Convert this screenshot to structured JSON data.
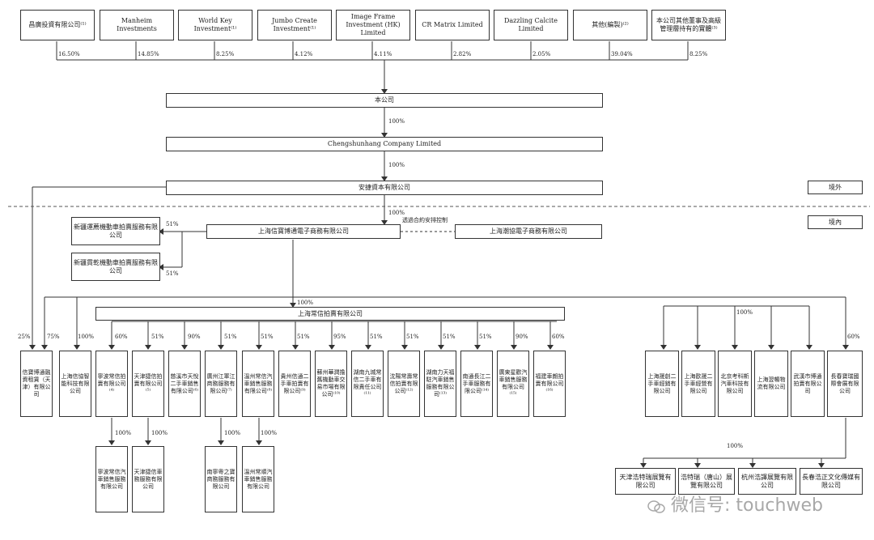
{
  "shareholders": [
    {
      "name": "昌廣投資有限公司⁽¹⁾",
      "pct": "16.50%"
    },
    {
      "name": "Manheim Investments",
      "pct": "14.85%"
    },
    {
      "name": "World Key Investment⁽¹⁾",
      "pct": "8.25%"
    },
    {
      "name": "Jumbo Create Investment⁽¹⁾",
      "pct": "4.12%"
    },
    {
      "name": "Image Frame Investment (HK) Limited",
      "pct": "4.11%"
    },
    {
      "name": "CR Matrix Limited",
      "pct": "2.82%"
    },
    {
      "name": "Dazzling Calcite Limited",
      "pct": "2.05%"
    },
    {
      "name": "其他(編製)⁽²⁾",
      "pct": "39.04%"
    },
    {
      "name": "本公司其他董事及高級管理層持有的實體⁽³⁾",
      "pct": "8.25%"
    }
  ],
  "company": "本公司",
  "pct_100": "100%",
  "chengshunhang": "Chengshunhang Company Limited",
  "anjie": "安捷資本有限公司",
  "offshore": "境外",
  "onshore": "境內",
  "contract_control": "透過合約安排控制",
  "shanghai_xinbao": "上海信寶博通電子商務有限公司",
  "shanghai_tongxie": "上海潮協電子商務有限公司",
  "xinjiang_1": "新疆運薦機動車拍賣服務有限公司",
  "xinjiang_2": "新疆貫乾機動車拍賣服務有限公司",
  "pct_51": "51%",
  "shanghai_changxin": "上海常信拍賣有限公司",
  "pct_25": "25%",
  "pct_75": "75%",
  "pct_60": "60%",
  "pct_90": "90%",
  "pct_95": "95%",
  "subs": [
    {
      "name": "信寶博通融資租賃（天津）有限公司",
      "pct": "25% / 75%"
    },
    {
      "name": "上海信協智能科技有限公司",
      "pct": "100%"
    },
    {
      "name": "寧波常信拍賣有限公司⁽⁴⁾",
      "pct": "60%"
    },
    {
      "name": "天津捷信拍賣有限公司⁽⁵⁾",
      "pct": "51%"
    },
    {
      "name": "慈溪市天悅二手車銷售有限公司⁽⁶⁾",
      "pct": "90%"
    },
    {
      "name": "廣州江軍江商務服務有限公司⁽⁷⁾",
      "pct": "51%"
    },
    {
      "name": "溫州常信汽車銷售服務有限公司⁽⁸⁾",
      "pct": "51%"
    },
    {
      "name": "貴州信通二手車拍賣有限公司⁽⁹⁾",
      "pct": "51%"
    },
    {
      "name": "蘇州華潤擔舊機動車交易市場有限公司⁽¹⁰⁾",
      "pct": "95%"
    },
    {
      "name": "湖南九城常信二手車有限責任公司⁽¹¹⁾",
      "pct": "51%"
    },
    {
      "name": "沈陽常壽常信拍賣有限公司⁽¹²⁾",
      "pct": "51%"
    },
    {
      "name": "湖南力天福駐汽車銷售服務有限公司⁽¹³⁾",
      "pct": "51%"
    },
    {
      "name": "南通長江二手車服務有限公司⁽¹⁴⁾",
      "pct": "51%"
    },
    {
      "name": "廣東星歡汽車銷售服務有限公司⁽¹⁵⁾",
      "pct": "90%"
    },
    {
      "name": "福建車朗拍賣有限公司⁽¹⁶⁾",
      "pct": "60%"
    }
  ],
  "subs2": [
    {
      "name": "寧波常信汽車銷售服務有限公司"
    },
    {
      "name": "天津捷信車務服務有限公司"
    },
    {
      "name": "南寧粵之寶商務服務有限公司"
    },
    {
      "name": "溫州常順汽車銷售服務有限公司"
    }
  ],
  "right_subs": [
    {
      "name": "上海晟創二手車經銷有限公司"
    },
    {
      "name": "上海歐晟二手車經營有限公司"
    },
    {
      "name": "北京考科斯汽車科技有限公司"
    },
    {
      "name": "上海翌暢物流有限公司"
    },
    {
      "name": "武漢市博通拍賣有限公司"
    },
    {
      "name": "長春寶瑞國際會展有限公司"
    }
  ],
  "right_subs2": [
    {
      "name": "天津浩特瑞展覽有限公司"
    },
    {
      "name": "浩特瑞（唐山）展覽有限公司"
    },
    {
      "name": "杭州浩譯展覽有限公司"
    },
    {
      "name": "長春浩正文化傳媒有限公司"
    }
  ],
  "watermark": "微信号: touchweb"
}
